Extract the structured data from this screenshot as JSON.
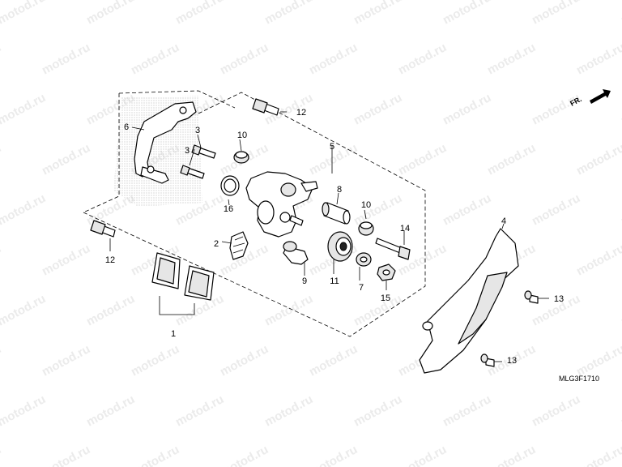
{
  "watermark": {
    "text": "motod.ru"
  },
  "diagram_code": "MLG3F1710",
  "direction_marker": {
    "label": "FR.",
    "icon": "arrow-front-icon"
  },
  "callouts": [
    {
      "id": "c1",
      "number": "1"
    },
    {
      "id": "c2",
      "number": "2"
    },
    {
      "id": "c3a",
      "number": "3"
    },
    {
      "id": "c3b",
      "number": "3"
    },
    {
      "id": "c4",
      "number": "4"
    },
    {
      "id": "c5",
      "number": "5"
    },
    {
      "id": "c6",
      "number": "6"
    },
    {
      "id": "c7",
      "number": "7"
    },
    {
      "id": "c8",
      "number": "8"
    },
    {
      "id": "c9",
      "number": "9"
    },
    {
      "id": "c10a",
      "number": "10"
    },
    {
      "id": "c10b",
      "number": "10"
    },
    {
      "id": "c11",
      "number": "11"
    },
    {
      "id": "c12a",
      "number": "12"
    },
    {
      "id": "c12b",
      "number": "12"
    },
    {
      "id": "c13a",
      "number": "13"
    },
    {
      "id": "c13b",
      "number": "13"
    },
    {
      "id": "c14",
      "number": "14"
    },
    {
      "id": "c15",
      "number": "15"
    },
    {
      "id": "c16",
      "number": "16"
    }
  ]
}
